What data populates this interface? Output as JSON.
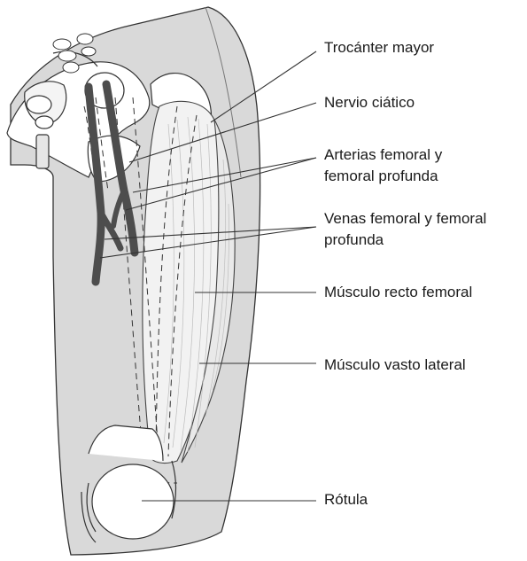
{
  "labels": {
    "trochanter": "Trocánter mayor",
    "sciatic": "Nervio ciático",
    "arteries_1": "Arterias femoral y",
    "arteries_2": "femoral profunda",
    "veins_1": "Venas femoral y femoral",
    "veins_2": "profunda",
    "rectus": "Músculo recto femoral",
    "vastus": "Músculo vasto lateral",
    "patella": "Rótula"
  },
  "colors": {
    "skin": "#d9d9d9",
    "muscle": "#f2f2f2",
    "bone": "#ffffff",
    "vessel": "#4d4d4d",
    "outline": "#333333"
  }
}
